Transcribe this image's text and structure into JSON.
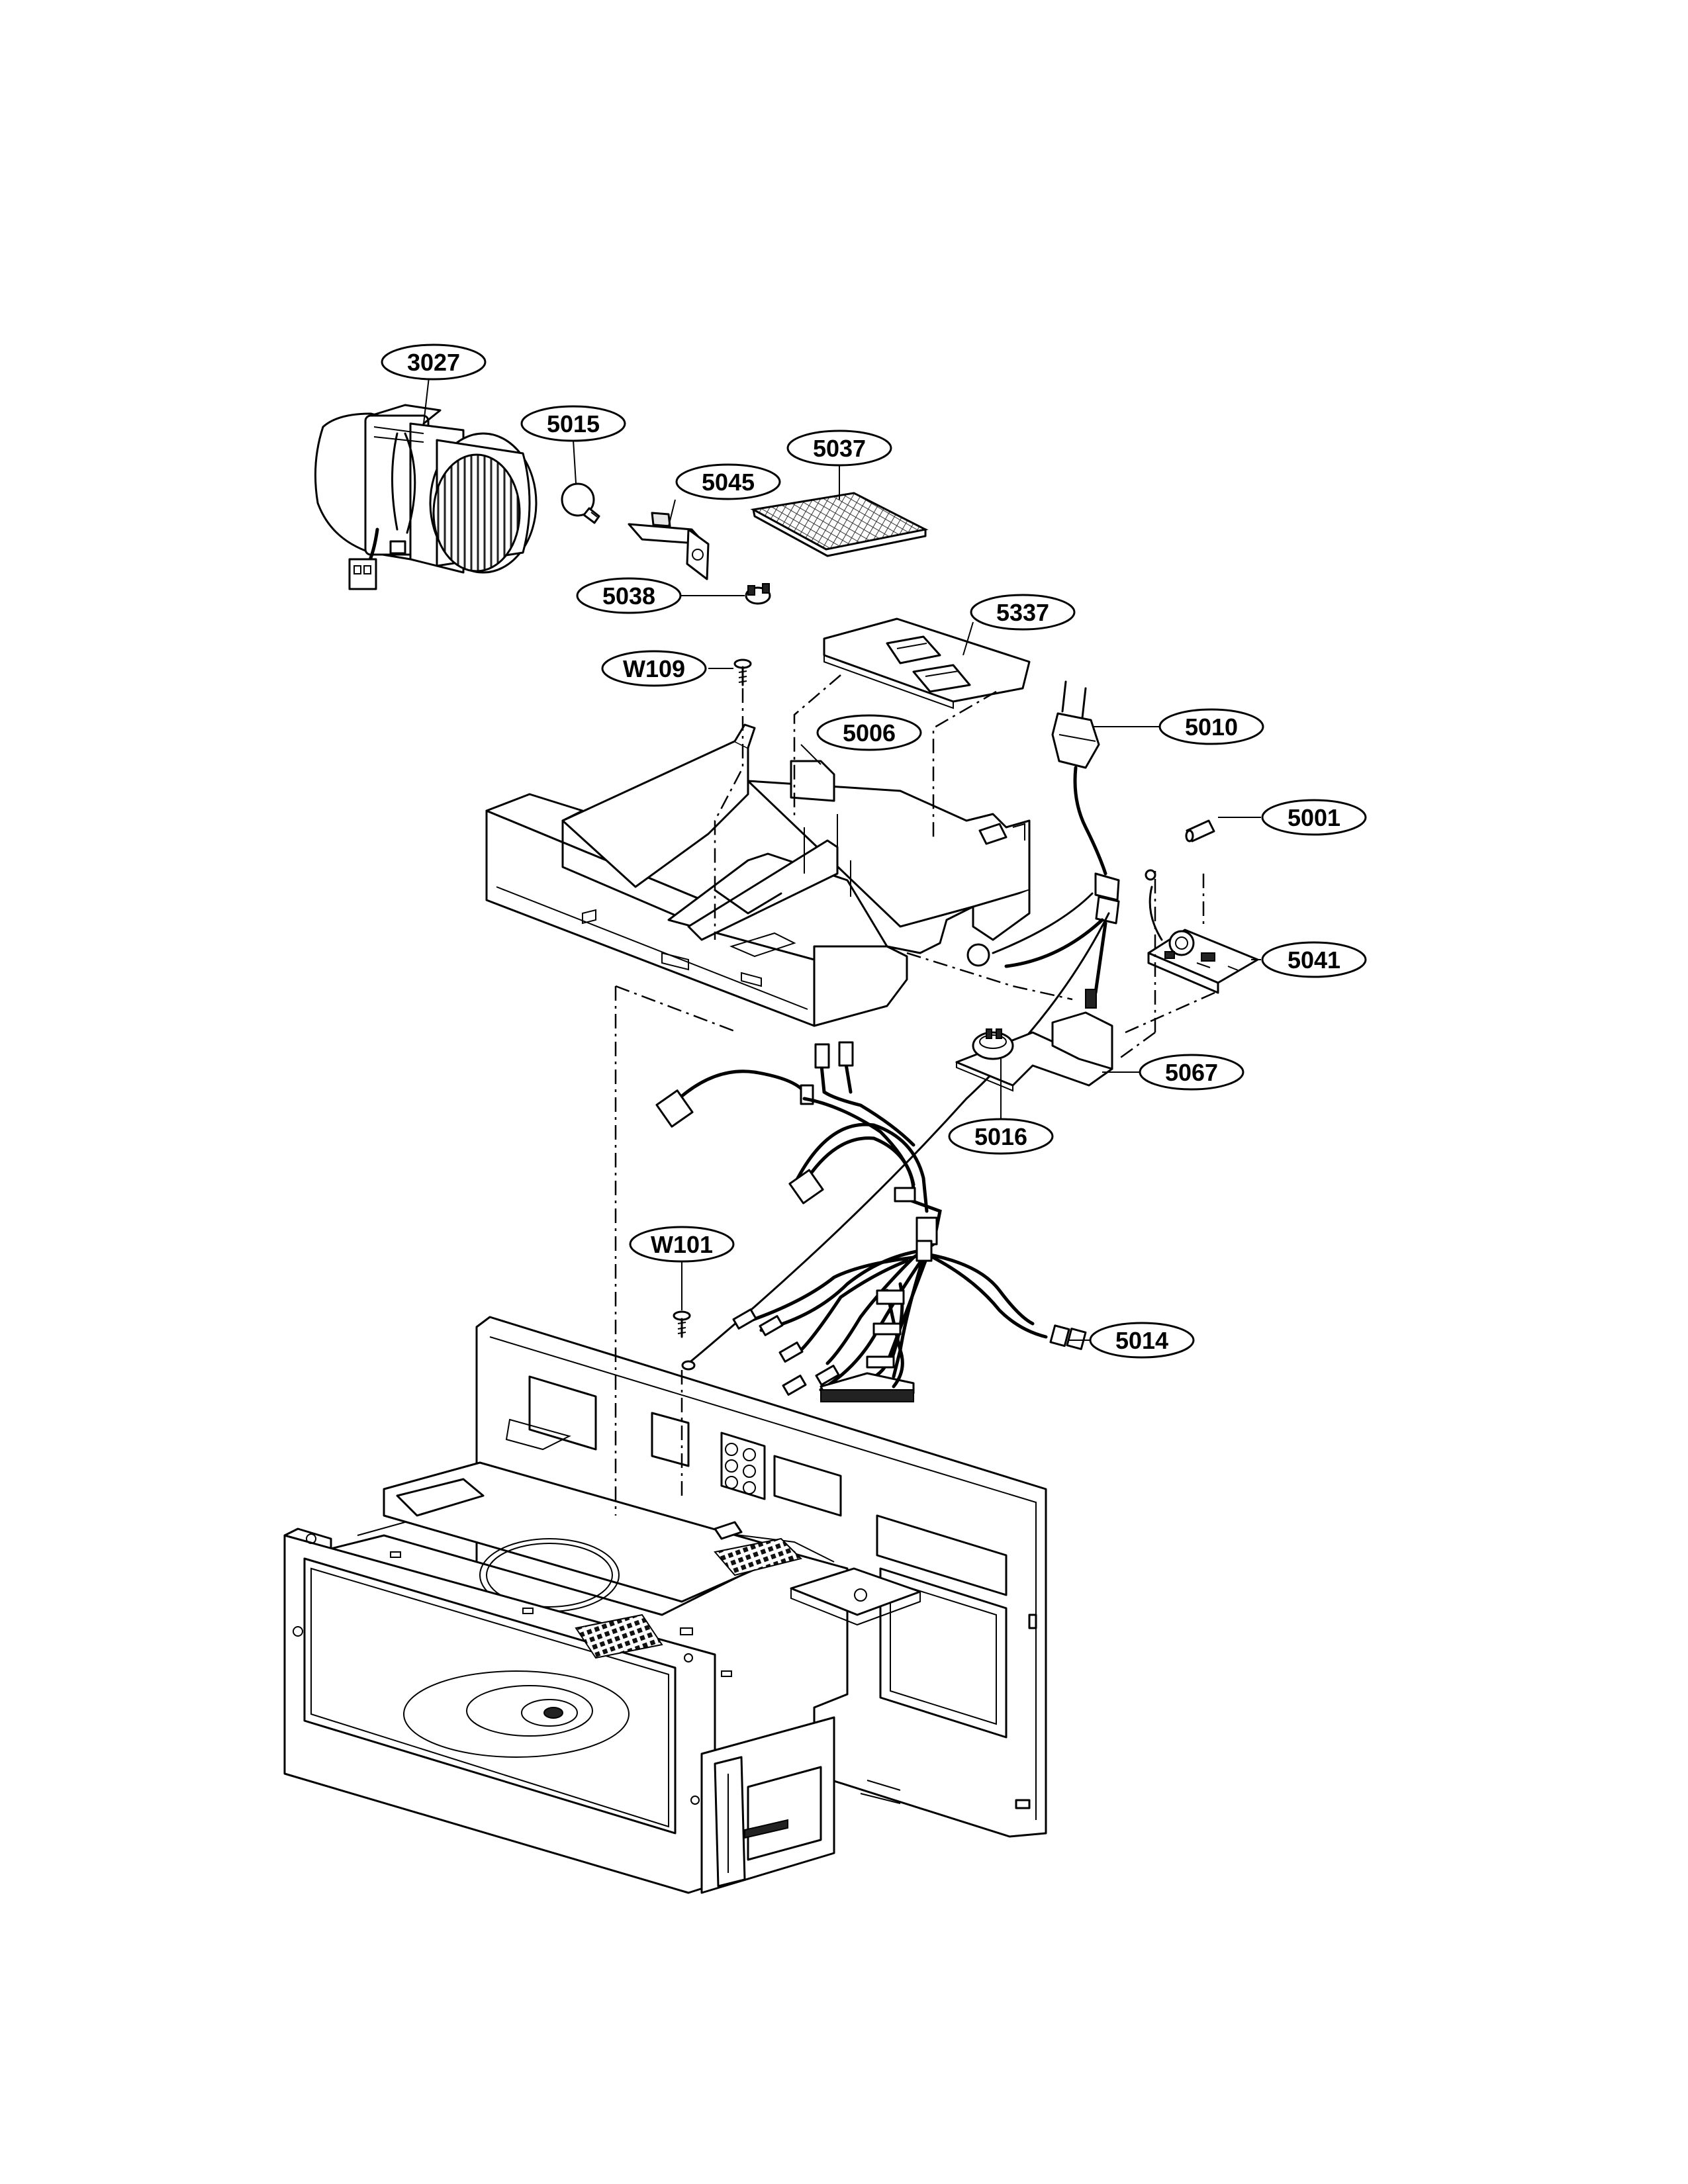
{
  "part_labels": {
    "p3027": "3027",
    "p5015": "5015",
    "p5037": "5037",
    "p5045": "5045",
    "p5038": "5038",
    "p5337": "5337",
    "pW109": "W109",
    "p5006": "5006",
    "p5010": "5010",
    "p5001": "5001",
    "p5041": "5041",
    "p5067": "5067",
    "p5016": "5016",
    "pW101": "W101",
    "p5014": "5014"
  }
}
